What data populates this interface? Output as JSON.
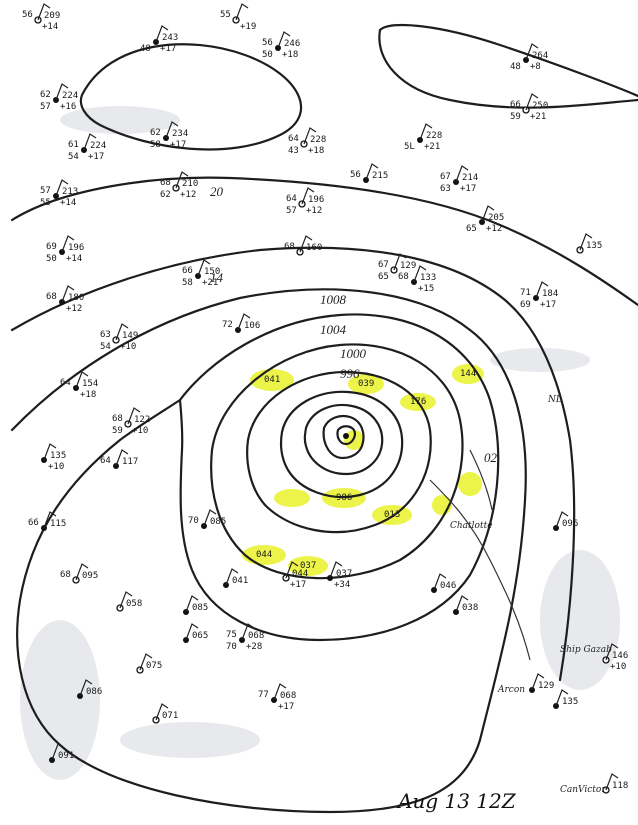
{
  "title": "Aug 13 12Z",
  "isobar_labels": [
    "1008",
    "1004",
    "1000",
    "996",
    "02",
    "20",
    "14"
  ],
  "stations": [
    {
      "id": "s1",
      "temp": "56",
      "pressure": "209",
      "dew": "",
      "tend": "+14"
    },
    {
      "id": "s2",
      "temp": "",
      "pressure": "243",
      "dew": "48",
      "tend": "+17"
    },
    {
      "id": "s3",
      "temp": "56",
      "pressure": "246",
      "dew": "50",
      "tend": "+18"
    },
    {
      "id": "s4",
      "temp": "55",
      "pressure": "",
      "dew": "",
      "tend": "+19"
    },
    {
      "id": "s5",
      "temp": "",
      "pressure": "264",
      "dew": "48",
      "tend": "+8"
    },
    {
      "id": "s6",
      "temp": "62",
      "pressure": "224",
      "dew": "57",
      "tend": "+16"
    },
    {
      "id": "s7",
      "temp": "66",
      "pressure": "250",
      "dew": "59",
      "tend": "+21"
    },
    {
      "id": "s8",
      "temp": "61",
      "pressure": "224",
      "dew": "54",
      "tend": "+17"
    },
    {
      "id": "s9",
      "temp": "62",
      "pressure": "234",
      "dew": "58",
      "tend": "+17"
    },
    {
      "id": "s10",
      "temp": "64",
      "pressure": "228",
      "dew": "43",
      "tend": "+18"
    },
    {
      "id": "s11",
      "temp": "",
      "pressure": "228",
      "dew": "5L",
      "tend": "+21"
    },
    {
      "id": "s12",
      "temp": "57",
      "pressure": "213",
      "dew": "55",
      "tend": "+14"
    },
    {
      "id": "s13",
      "temp": "68",
      "pressure": "210",
      "dew": "62",
      "tend": "+12"
    },
    {
      "id": "s14",
      "temp": "56",
      "pressure": "215",
      "dew": "",
      "tend": ""
    },
    {
      "id": "s15",
      "temp": "67",
      "pressure": "214",
      "dew": "63",
      "tend": "+17"
    },
    {
      "id": "s16",
      "temp": "64",
      "pressure": "196",
      "dew": "57",
      "tend": "+12"
    },
    {
      "id": "s17",
      "temp": "69",
      "pressure": "196",
      "dew": "50",
      "tend": "+14"
    },
    {
      "id": "s18",
      "temp": "",
      "pressure": "205",
      "dew": "65",
      "tend": "+12"
    },
    {
      "id": "s19",
      "temp": "68",
      "pressure": "160",
      "dew": "",
      "tend": ""
    },
    {
      "id": "s20",
      "temp": "68",
      "pressure": "180",
      "dew": "",
      "tend": "+12"
    },
    {
      "id": "s21",
      "temp": "66",
      "pressure": "150",
      "dew": "58",
      "tend": "+21"
    },
    {
      "id": "s22",
      "temp": "67",
      "pressure": "129",
      "dew": "65",
      "tend": ""
    },
    {
      "id": "s23",
      "temp": "68",
      "pressure": "133",
      "dew": "",
      "tend": "+15"
    },
    {
      "id": "s24",
      "temp": "71",
      "pressure": "184",
      "dew": "69",
      "tend": "+17"
    },
    {
      "id": "s25",
      "temp": "63",
      "pressure": "149",
      "dew": "54",
      "tend": "+10"
    },
    {
      "id": "s26",
      "temp": "72",
      "pressure": "106",
      "dew": "",
      "tend": ""
    },
    {
      "id": "s27",
      "temp": "64",
      "pressure": "154",
      "dew": "",
      "tend": "+18"
    },
    {
      "id": "s28",
      "temp": "68",
      "pressure": "122",
      "dew": "59",
      "tend": "+10"
    },
    {
      "id": "s29",
      "temp": "",
      "pressure": "135",
      "dew": "",
      "tend": "+10"
    },
    {
      "id": "s30",
      "temp": "64",
      "pressure": "117",
      "dew": "",
      "tend": ""
    },
    {
      "id": "s31",
      "temp": "",
      "pressure": "135",
      "dew": "",
      "tend": ""
    },
    {
      "id": "s32",
      "temp": "66",
      "pressure": "115",
      "dew": "",
      "tend": ""
    },
    {
      "id": "s33",
      "temp": "70",
      "pressure": "085",
      "dew": "",
      "tend": ""
    },
    {
      "id": "s34",
      "temp": "68",
      "pressure": "095",
      "dew": "",
      "tend": ""
    },
    {
      "id": "s35",
      "temp": "75",
      "pressure": "068",
      "dew": "70",
      "tend": "+28"
    },
    {
      "id": "s36",
      "temp": "77",
      "pressure": "068",
      "dew": "",
      "tend": "+17"
    },
    {
      "id": "s37",
      "temp": "",
      "pressure": "071",
      "dew": "",
      "tend": ""
    },
    {
      "id": "s38",
      "temp": "",
      "pressure": "065",
      "dew": "",
      "tend": ""
    },
    {
      "id": "s39",
      "temp": "",
      "pressure": "041",
      "dew": "",
      "tend": ""
    },
    {
      "id": "s40",
      "temp": "",
      "pressure": "044",
      "dew": "",
      "tend": "+17"
    },
    {
      "id": "s41",
      "temp": "",
      "pressure": "037",
      "dew": "",
      "tend": "+34"
    },
    {
      "id": "s42",
      "temp": "",
      "pressure": "046",
      "dew": "",
      "tend": ""
    },
    {
      "id": "s43",
      "temp": "",
      "pressure": "058",
      "dew": "",
      "tend": ""
    },
    {
      "id": "s44",
      "temp": "",
      "pressure": "086",
      "dew": "",
      "tend": ""
    },
    {
      "id": "s45",
      "temp": "",
      "pressure": "091",
      "dew": "",
      "tend": ""
    },
    {
      "id": "s46",
      "temp": "",
      "pressure": "075",
      "dew": "",
      "tend": ""
    },
    {
      "id": "s47",
      "temp": "",
      "pressure": "038",
      "dew": "",
      "tend": ""
    },
    {
      "id": "s48",
      "temp": "",
      "pressure": "096",
      "dew": "",
      "tend": ""
    },
    {
      "id": "s49",
      "temp": "",
      "pressure": "146",
      "dew": "",
      "tend": "+10"
    },
    {
      "id": "s50",
      "temp": "",
      "pressure": "135",
      "dew": "",
      "tend": ""
    },
    {
      "id": "s51",
      "temp": "",
      "pressure": "129",
      "dew": "",
      "tend": ""
    },
    {
      "id": "s52",
      "temp": "",
      "pressure": "118",
      "dew": "",
      "tend": ""
    },
    {
      "id": "s53",
      "temp": "",
      "pressure": "085",
      "dew": "",
      "tend": ""
    }
  ],
  "highlighted_values": [
    "041",
    "039",
    "176",
    "144",
    "986",
    "013",
    "044",
    "037"
  ],
  "place_labels": [
    "NL",
    "Ship Gazab",
    "Chatlotte",
    "CanVictor",
    "Arcon"
  ],
  "colors": {
    "highlight": "#e9f22a",
    "ink": "#1e1e1e"
  }
}
